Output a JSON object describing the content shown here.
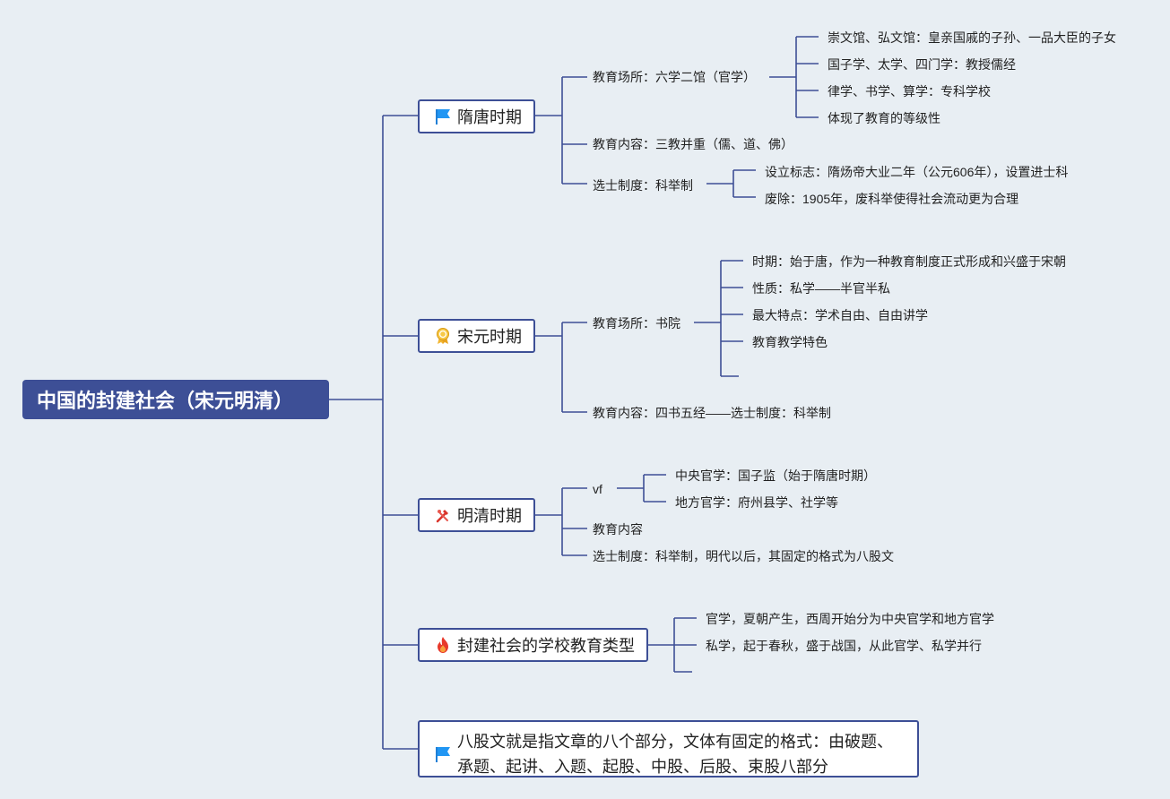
{
  "root": {
    "title": "中国的封建社会（宋元明清）"
  },
  "colors": {
    "line": "#3d4f96",
    "root_bg": "#3d4f96",
    "background": "#e8eef3"
  },
  "branches": [
    {
      "label": "隋唐时期",
      "icon": "blue-flag-icon",
      "children": [
        {
          "text": "教育场所：六学二馆（官学）",
          "children": [
            "崇文馆、弘文馆：皇亲国戚的子孙、一品大臣的子女",
            "国子学、太学、四门学：教授儒经",
            "律学、书学、算学：专科学校",
            "体现了教育的等级性"
          ]
        },
        {
          "text": "教育内容：三教并重（儒、道、佛）"
        },
        {
          "text": "选士制度：科举制",
          "children": [
            "设立标志：隋炀帝大业二年（公元606年），设置进士科",
            "废除：1905年，废科举使得社会流动更为合理"
          ]
        }
      ]
    },
    {
      "label": "宋元时期",
      "icon": "award-ribbon-icon",
      "children": [
        {
          "text": "教育场所：书院",
          "children": [
            "时期：始于唐，作为一种教育制度正式形成和兴盛于宋朝",
            "性质：私学——半官半私",
            "最大特点：学术自由、自由讲学",
            "教育教学特色",
            ""
          ]
        },
        {
          "text": "教育内容：四书五经——选士制度：科举制"
        }
      ]
    },
    {
      "label": "明清时期",
      "icon": "tools-icon",
      "children": [
        {
          "text": "vf",
          "children": [
            "中央官学：国子监（始于隋唐时期）",
            "地方官学：府州县学、社学等"
          ]
        },
        {
          "text": "教育内容"
        },
        {
          "text": "选士制度：科举制，明代以后，其固定的格式为八股文"
        }
      ]
    },
    {
      "label": "封建社会的学校教育类型",
      "icon": "fire-icon",
      "children": [
        {
          "text": "官学，夏朝产生，西周开始分为中央官学和地方官学"
        },
        {
          "text": "私学，起于春秋，盛于战国，从此官学、私学并行"
        },
        {
          "text": ""
        }
      ]
    },
    {
      "label": "八股文就是指文章的八个部分，文体有固定的格式：由破题、承题、起讲、入题、起股、中股、后股、束股八部分",
      "icon": "blue-flag-icon"
    }
  ]
}
